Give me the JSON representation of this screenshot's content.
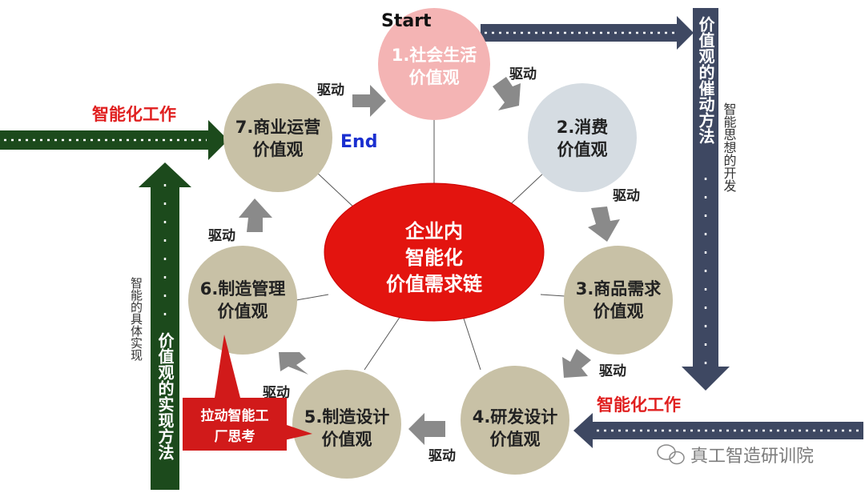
{
  "start_label": "Start",
  "end_label": "End",
  "center": {
    "lines": [
      "企业内",
      "智能化",
      "价值需求链"
    ]
  },
  "nodes": [
    {
      "line1": "1.社会生活",
      "line2": "价值观"
    },
    {
      "line1": "2.消费",
      "line2": "价值观"
    },
    {
      "line1": "3.商品需求",
      "line2": "价值观"
    },
    {
      "line1": "4.研发设计",
      "line2": "价值观"
    },
    {
      "line1": "5.制造设计",
      "line2": "价值观"
    },
    {
      "line1": "6.制造管理",
      "line2": "价值观"
    },
    {
      "line1": "7.商业运营",
      "line2": "价值观"
    }
  ],
  "drive_label": "驱动",
  "smart_work_label": "智能化工作",
  "right_bar": {
    "label": "价值观的催动方法",
    "side_label": "智能思想的开发"
  },
  "left_bar": {
    "label": "价值观的实现方法",
    "side_label": "智能的具体实现"
  },
  "callout": {
    "line1": "拉动智能工",
    "line2": "厂思考"
  },
  "watermark": "真工智造研训院",
  "colors": {
    "center": "#e3140f",
    "node1": "#f4b4b4",
    "node2": "#d5dce2",
    "tan": "#c8c1a6",
    "navy": "#3e4862",
    "green": "#1c4a1c",
    "red_text": "#e02020",
    "end_blue": "#1a2fd0"
  }
}
